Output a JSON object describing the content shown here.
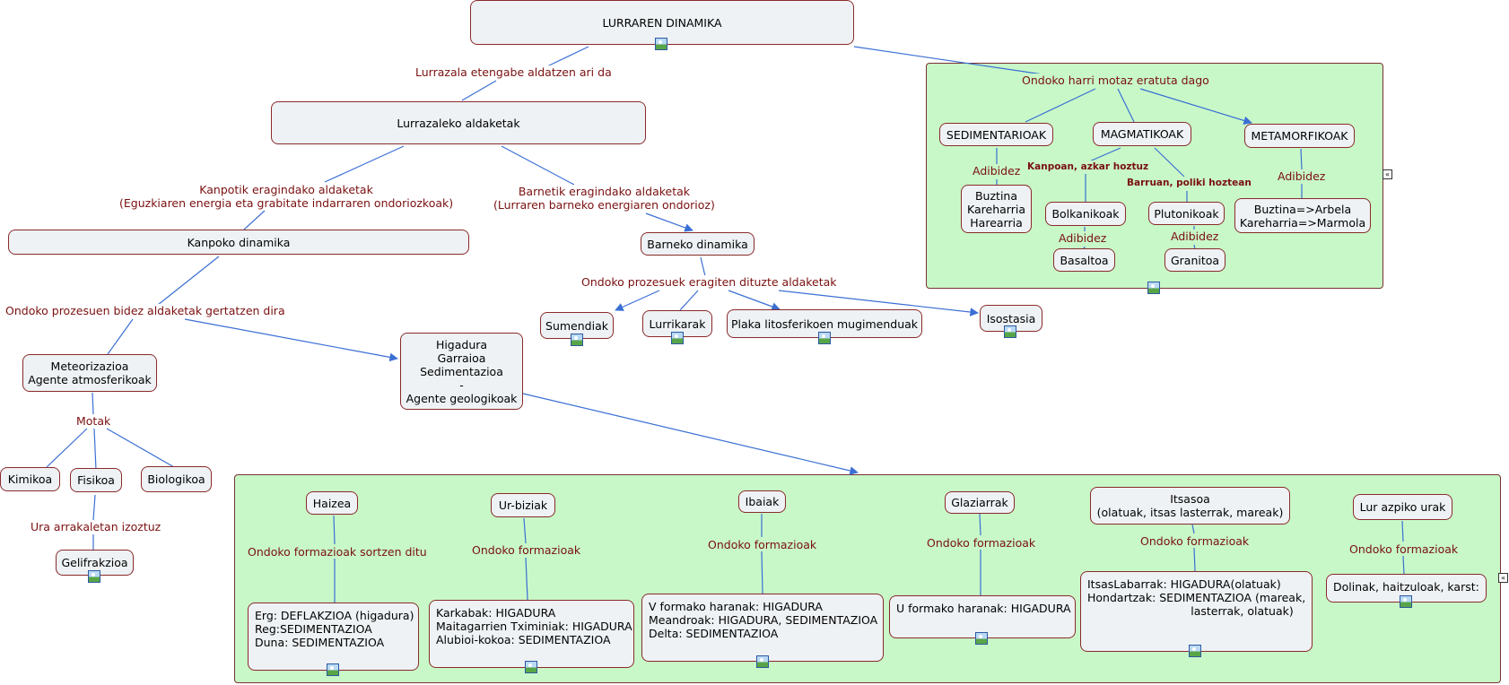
{
  "nodes": {
    "lurraren_dinamika": "LURRAREN DINAMIKA",
    "lurrazaleko": "Lurrazaleko aldaketak",
    "kanpoko": "Kanpoko dinamika",
    "barneko": "Barneko dinamika",
    "meteorizazioa": "Meteorizazioa\nAgente atmosferikoak",
    "higadura": "Higadura\nGarraioa\nSedimentazioa\n-\nAgente geologikoak",
    "kimikoa": "Kimikoa",
    "fisikoa": "Fisikoa",
    "biologikoa": "Biologikoa",
    "gelifrakzioa": "Gelifrakzioa",
    "sumendiak": "Sumendiak",
    "lurrikarak": "Lurrikarak",
    "plaka": "Plaka litosferikoen mugimenduak",
    "isostasia": "Isostasia",
    "sedimentarioak": "SEDIMENTARIOAK",
    "magmatikoak": "MAGMATIKOAK",
    "metamorfikoak": "METAMORFIKOAK",
    "buztina": "Buztina\nKareharria\nHarearria",
    "bolkanikoak": "Bolkanikoak",
    "plutonikoak": "Plutonikoak",
    "basaltoa": "Basaltoa",
    "granitoa": "Granitoa",
    "buztina_arbela": "Buztina=>Arbela\nKareharria=>Marmola",
    "haizea": "Haizea",
    "ur_biziak": "Ur-biziak",
    "ibaiak": "Ibaiak",
    "glaziarrak": "Glaziarrak",
    "itsasoa": "Itsasoa\n(olatuak, itsas lasterrak, mareak)",
    "lur_azpiko": "Lur azpiko urak",
    "haizea_f": "Erg: DEFLAKZIOA (higadura)\nReg:SEDIMENTAZIOA\nDuna: SEDIMENTAZIOA",
    "urbiziak_f": "Karkabak: HIGADURA\nMaitagarrien Tximiniak: HIGADURA\nAlubioi-kokoa: SEDIMENTAZIOA",
    "ibaiak_f": "V formako haranak: HIGADURA\nMeandroak: HIGADURA, SEDIMENTAZIOA\nDelta: SEDIMENTAZIOA",
    "glaziar_f": "U formako haranak: HIGADURA",
    "itsaso_f": "ItsasLabarrak: HIGADURA(olatuak)\nHondartzak: SEDIMENTAZIOA (mareak,\n                             lasterrak, olatuak)",
    "lurazpi_f": "Dolinak, haitzuloak, karst:"
  },
  "labels": {
    "etengabe": "Lurrazala etengabe aldatzen ari da",
    "kanpotik": "Kanpotik eragindako aldaketak\n(Eguzkiaren energia eta grabitate indarraren ondoriozkoak)",
    "barnetik": "Barnetik eragindako aldaketak\n(Lurraren barneko energiaren ondorioz)",
    "prozesuen": "Ondoko prozesuen bidez aldaketak gertatzen dira",
    "motak": "Motak",
    "ura": "Ura arrakaletan izoztuz",
    "prozesuek": "Ondoko prozesuek eragiten dituzte aldaketak",
    "harri": "Ondoko harri motaz eratuta dago",
    "adibidez": "Adibidez",
    "kanpoan": "Kanpoan, azkar hoztuz",
    "barruan": "Barruan, poliki hoztean",
    "formazioak_sortzen": "Ondoko formazioak sortzen ditu",
    "formazioak": "Ondoko formazioak"
  },
  "icons": [
    "image-icon",
    "collapse-icon"
  ],
  "colors": {
    "group_fill": "#c8f8c8",
    "node_fill": "#eef2f5",
    "node_border": "#8a2a2a",
    "label_text": "#7a1010",
    "arrow": "#3b6fd4"
  }
}
